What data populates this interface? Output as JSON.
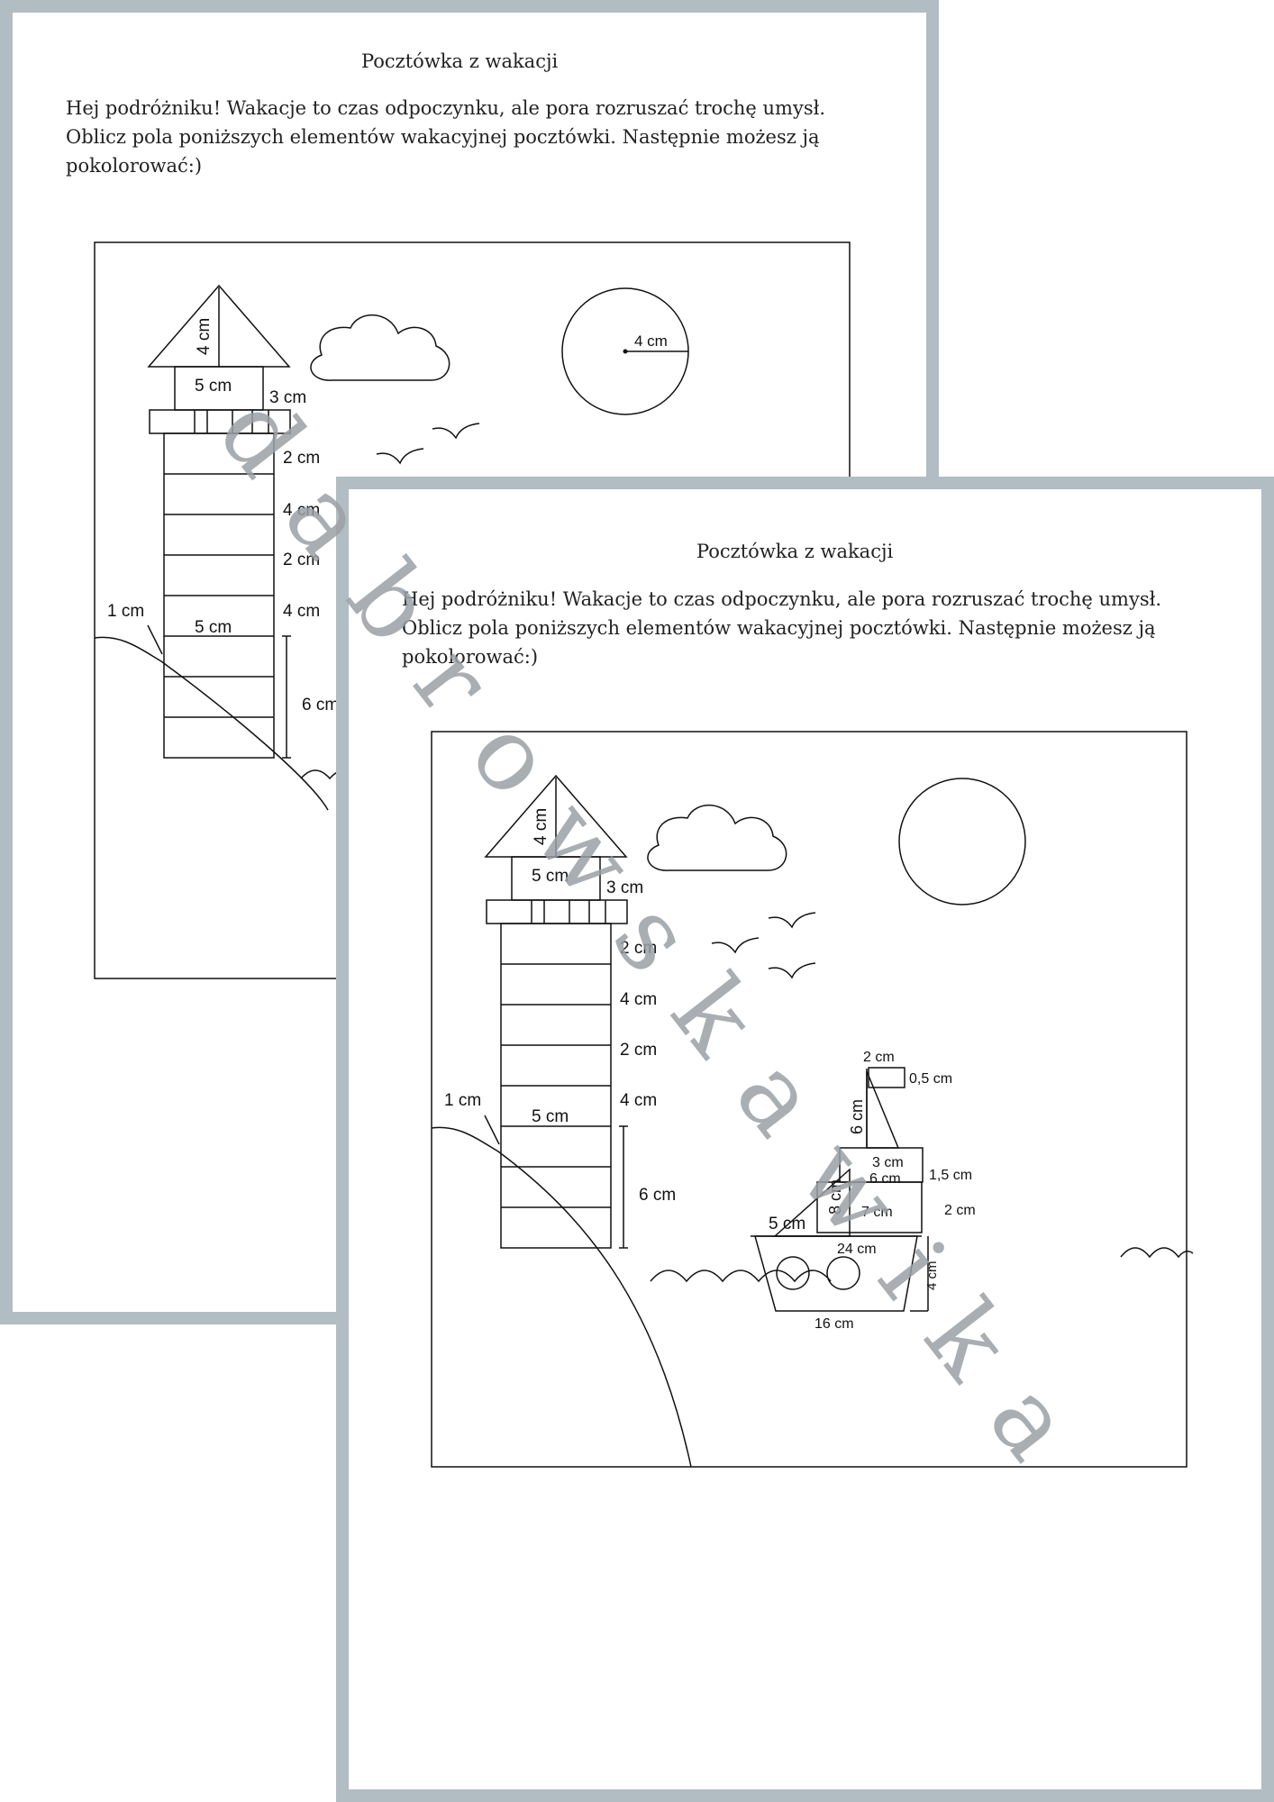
{
  "worksheet": {
    "title": "Pocztówka z wakacji",
    "intro_lines": [
      "Hej podróżniku! Wakacje to czas odpoczynku, ale pora rozruszać trochę umysł.",
      "Oblicz pola poniższych elementów wakacyjnej pocztówki. Następnie możesz ją",
      "pokolorować:)"
    ]
  },
  "labels": {
    "roof_height": "4 cm",
    "cabin_width": "5 cm",
    "cabin_height": "3 cm",
    "tower_seg_1": "2 cm",
    "tower_seg_2": "4 cm",
    "tower_seg_3": "2 cm",
    "tower_seg_4": "4 cm",
    "hill_offset": "1 cm",
    "tower_base_width": "5 cm",
    "tower_base_height": "6 cm",
    "sun_radius": "4 cm",
    "flag_width": "2 cm",
    "flag_height": "0,5 cm",
    "mast_sail_height": "6 cm",
    "mast_sail_base": "3 cm",
    "cabin_top_width": "6 cm",
    "cabin_top_height": "1,5 cm",
    "cabin_bottom_width": "7 cm",
    "cabin_bottom_height": "2 cm",
    "main_sail_height": "8 cm",
    "main_sail_base": "5 cm",
    "hull_top": "24 cm",
    "hull_bottom": "16 cm",
    "hull_height": "4 cm"
  },
  "watermark": "dabrowskawika"
}
